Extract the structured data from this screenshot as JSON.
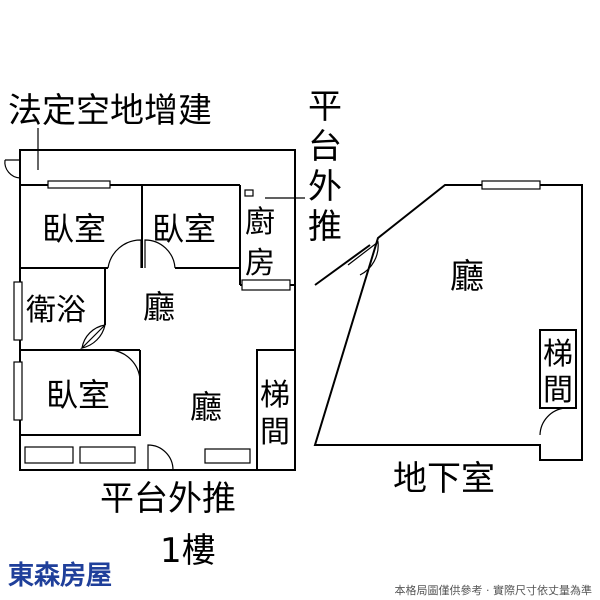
{
  "annotations": {
    "legal_open_space": "法定空地增建",
    "platform_extension_right": "平台外推",
    "platform_extension_bottom": "平台外推"
  },
  "floor_1": {
    "level_label": "1樓",
    "rooms": {
      "bedroom_1": "臥室",
      "bedroom_2": "臥室",
      "bedroom_3": "臥室",
      "kitchen": "廚房",
      "bathroom": "衛浴",
      "hall_upper": "廳",
      "hall_lower": "廳",
      "stairs": "梯間"
    }
  },
  "basement": {
    "level_label": "地下室",
    "rooms": {
      "hall": "廳",
      "stairs": "梯間"
    }
  },
  "footer": {
    "brand": "東森房屋",
    "disclaimer": "本格局圖僅供參考 · 實際尺寸依丈量為準"
  },
  "colors": {
    "brand": "#1f3f9a",
    "line": "#000000"
  }
}
